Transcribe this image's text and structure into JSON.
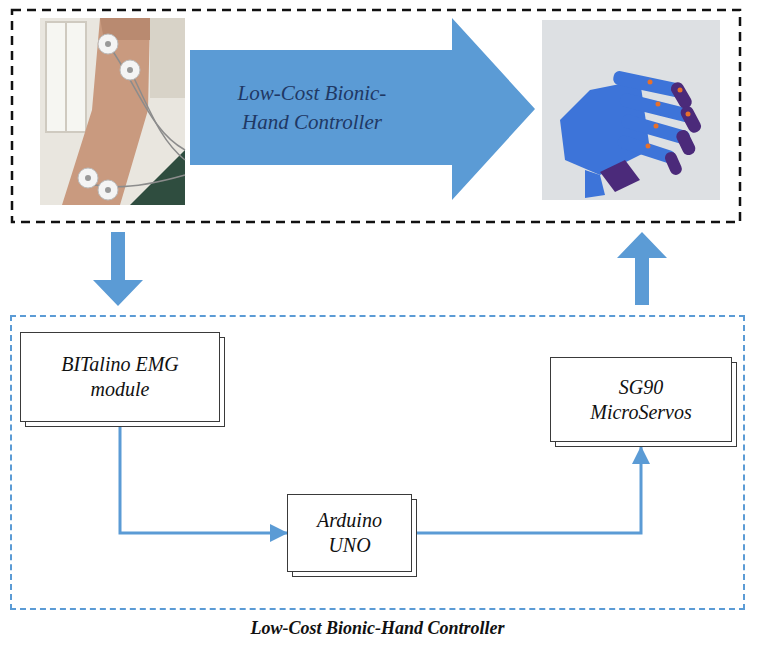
{
  "diagram": {
    "nodes": [
      {
        "text": [
          "Low-Cost Bionic-Hand Controller"
        ]
      },
      {
        "text": [
          "Low-Cost Bionic-Hand Controller"
        ]
      },
      {
        "text": [
          "BITalino EMG module"
        ],
        "in": 1
      },
      {
        "text": [
          "Arduino UNO"
        ],
        "in": 1
      },
      {
        "text": [
          "SG90 MicroServos"
        ],
        "in": 1
      }
    ],
    "edges": [
      {
        "from": 2,
        "to": 3,
        "arrow": "to"
      },
      {
        "from": 3,
        "to": 4,
        "arrow": "to"
      }
    ]
  }
}
